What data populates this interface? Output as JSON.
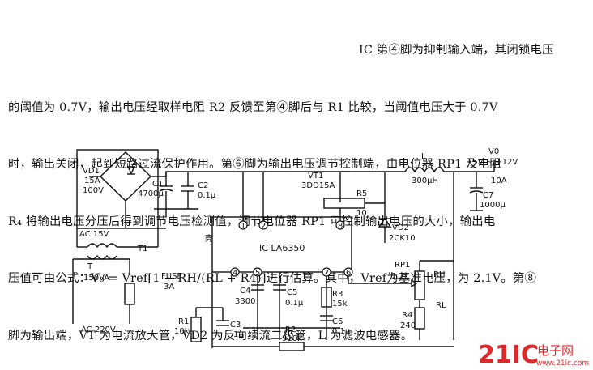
{
  "text": {
    "lines": [
      "IC 第④脚为抑制输入端，其闭锁电压",
      "的阈值为 0.7V，输出电压经取样电阻 R2 反馈至第④脚后与 R1 比较，当阈值电压大于 0.7V",
      "时，输出关闭，起到短路过流保护作用。第⑥脚为输出电压调节控制端，由电位器 RP1 及电阻",
      "R₄ 将输出电压分压后得到调节电压检测值，调节电位器 RP1 可控制输出电压的大小，输出电",
      "压值可由公式：V₀ = Vref[1 + RH/(RL + R4)]进行估算。其中，Vref为基准电压，为 2.1V。第⑧",
      "脚为输出端，VT 为电流放大管，VD2 为反向续流二极管，L 为滤波电感器。"
    ]
  },
  "circuit": {
    "vd1": [
      "VD1",
      "15A",
      "100V"
    ],
    "c1": [
      "C1",
      "4700μ"
    ],
    "c2": [
      "C2",
      "0.1μ"
    ],
    "vt1": [
      "VT1",
      "3DD15A"
    ],
    "r5": [
      "R5",
      "10"
    ],
    "l": [
      "L",
      "300μH"
    ],
    "vout": [
      "V0",
      "+5V ~ +12V",
      "10A"
    ],
    "c7": [
      "C7",
      "1000μ"
    ],
    "vd2": [
      "VD2",
      "2CK10"
    ],
    "ic": "IC LA6350",
    "shell": "壳",
    "pins": [
      "1",
      "2",
      "8",
      "4",
      "5",
      "7",
      "6"
    ],
    "ac15": "AC 15V",
    "t1": "T1",
    "transformer": [
      "T",
      "150VA"
    ],
    "fuse": [
      "FUSE",
      "3A"
    ],
    "ac220": "AC 220V",
    "c4": [
      "C4",
      "3300"
    ],
    "c5": [
      "C5",
      "0.1μ"
    ],
    "r3": [
      "R3",
      "15k"
    ],
    "c6": [
      "C6",
      "0.1μ"
    ],
    "r1": [
      "R1",
      "10k"
    ],
    "c3": [
      "C3",
      "1μ"
    ],
    "r2": [
      "R2",
      "910k"
    ],
    "rp1": [
      "RP1",
      "1.2k"
    ],
    "rh": "RH",
    "rl": "RL",
    "r4": [
      "R4",
      "240"
    ]
  },
  "watermark": {
    "brand": "21IC",
    "cn": "电子网",
    "url": "www.21ic.com"
  }
}
